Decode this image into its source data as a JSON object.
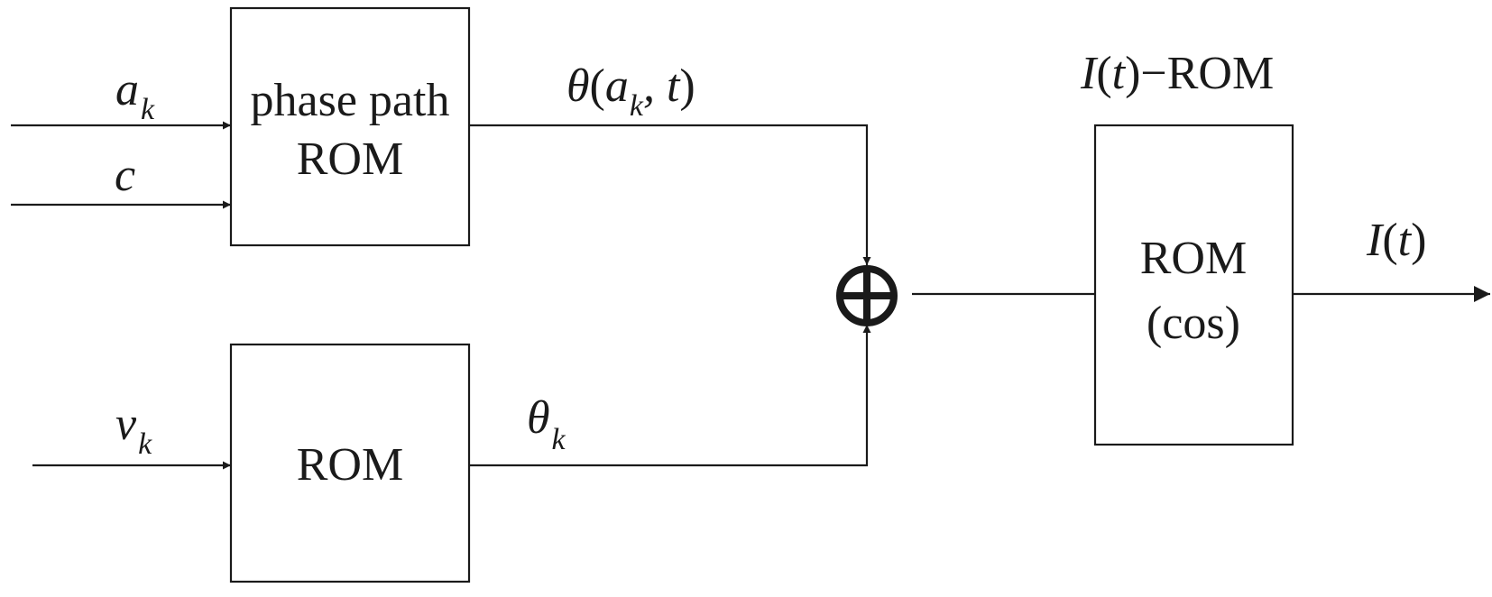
{
  "blocks": {
    "phase_rom": {
      "line1": "phase path",
      "line2": "ROM"
    },
    "rom": {
      "label": "ROM"
    },
    "cos_rom": {
      "line1": "ROM",
      "line2": "(cos)",
      "title_fn": "I",
      "title_paren_open": "(",
      "title_var": "t",
      "title_rest": ")−ROM"
    }
  },
  "signals": {
    "a_k": {
      "base": "a",
      "sub": "k"
    },
    "c": {
      "base": "c"
    },
    "v_k": {
      "base": "v",
      "sub": "k"
    },
    "theta_ak_t": {
      "theta": "θ",
      "open": "(",
      "a": "a",
      "sub": "k",
      "comma_t": ", t",
      "close": ")"
    },
    "theta_k": {
      "base": "θ",
      "sub": "k"
    },
    "output": {
      "fn": "I",
      "open": "(",
      "var": "t",
      "close": ")"
    }
  },
  "adder": {
    "symbol": "⊕"
  }
}
